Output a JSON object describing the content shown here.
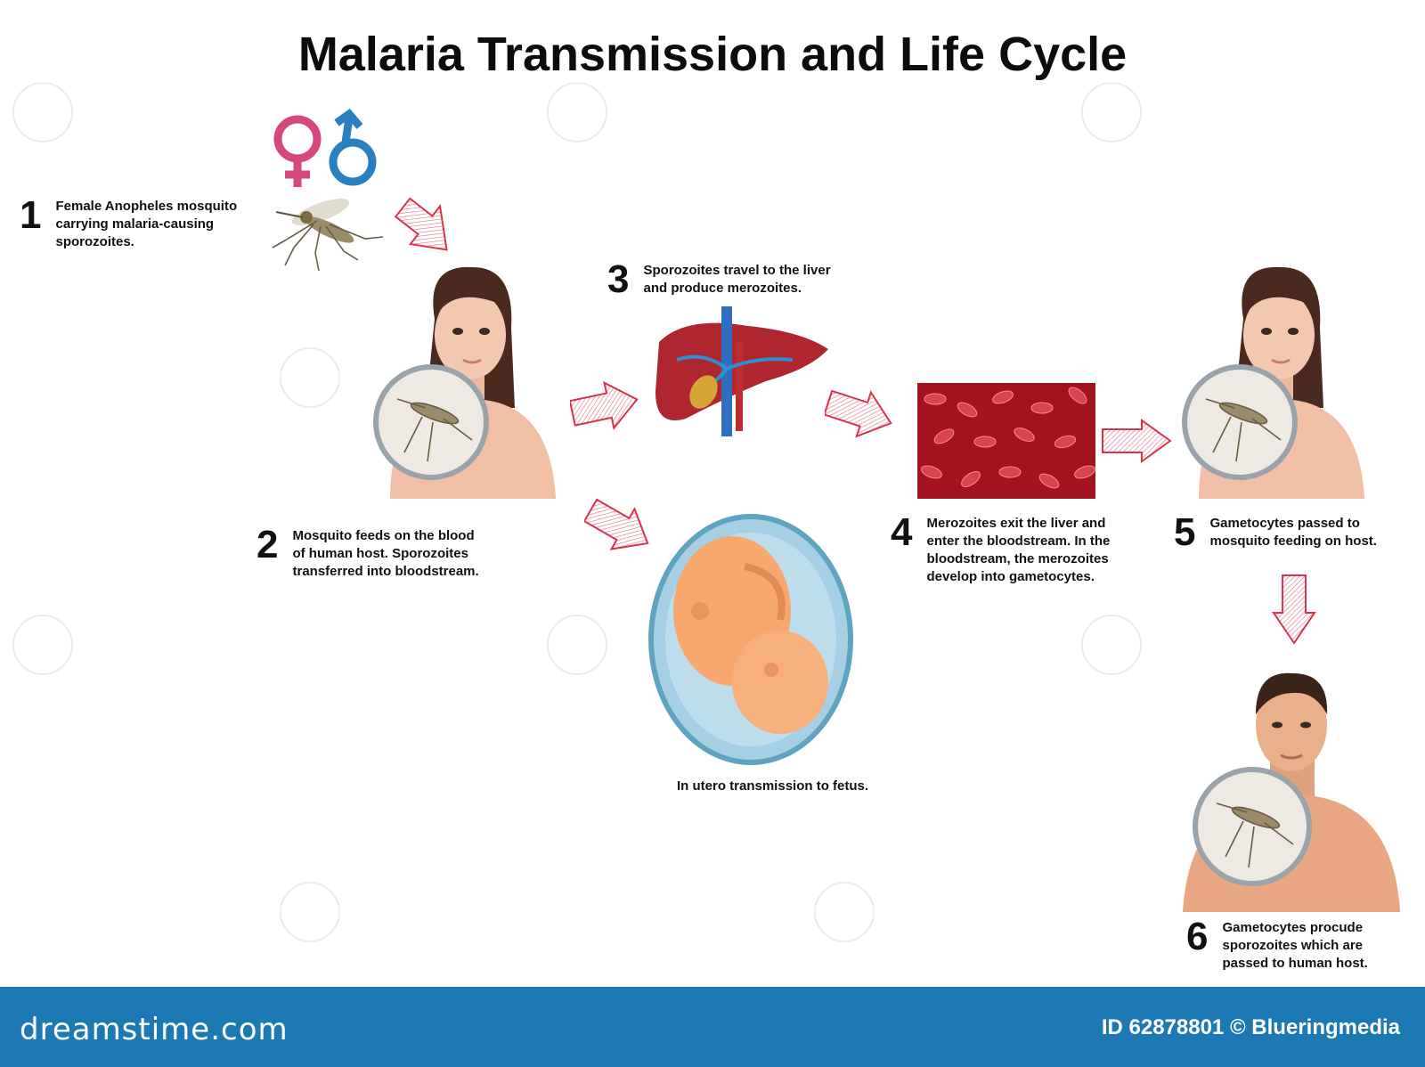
{
  "title": "Malaria Transmission and Life Cycle",
  "steps": [
    {
      "num": "1",
      "text": "Female Anopheles mosquito\ncarrying malaria-causing\nsporozoites."
    },
    {
      "num": "2",
      "text": "Mosquito feeds on the blood\nof human host. Sporozoites\ntransferred into bloodstream."
    },
    {
      "num": "3",
      "text": "Sporozoites travel to the liver\nand produce merozoites."
    },
    {
      "num": "4",
      "text": "Merozoites exit the liver and\nenter the bloodstream. In the\nbloodstream, the merozoites\ndevelop into gametocytes."
    },
    {
      "num": "5",
      "text": "Gametocytes passed to\nmosquito feeding on host."
    },
    {
      "num": "6",
      "text": "Gametocytes procude\nsporozoites which are\npassed to human host."
    }
  ],
  "fetus_caption": "In utero transmission to fetus.",
  "footer": {
    "brand": "dreamstime.com",
    "credit": "ID 62878801 © Blueringmedia"
  },
  "colors": {
    "arrow_stroke": "#d9344a",
    "footer_bg": "#1c79b3",
    "female_symbol": "#d6477f",
    "male_symbol": "#2a7fc0",
    "blood": "#a3131f",
    "liver": "#b0262e"
  }
}
